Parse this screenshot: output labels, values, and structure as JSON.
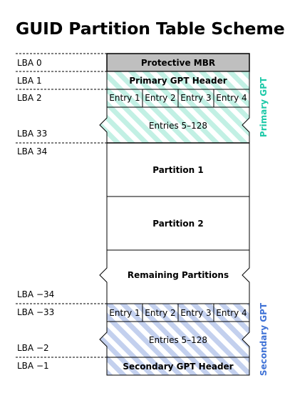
{
  "title": "GUID Partition Table Scheme",
  "colors": {
    "primary_accent": "#1ec9a8",
    "primary_stripe": "#c2f0e4",
    "secondary_accent": "#3f72d6",
    "secondary_stripe": "#c3d0ee",
    "mbr_fill": "#bfbfbf"
  },
  "lba_labels": {
    "lba0": "LBA 0",
    "lba1": "LBA 1",
    "lba2": "LBA 2",
    "lba33": "LBA 33",
    "lba34": "LBA 34",
    "lba_m34": "LBA −34",
    "lba_m33": "LBA −33",
    "lba_m2": "LBA −2",
    "lba_m1": "LBA −1"
  },
  "blocks": {
    "mbr": "Protective MBR",
    "primary_header": "Primary GPT Header",
    "entries_rest": "Entries 5–128",
    "partition1": "Partition 1",
    "partition2": "Partition 2",
    "remaining": "Remaining Partitions",
    "secondary_header": "Secondary GPT Header"
  },
  "entries": [
    "Entry 1",
    "Entry 2",
    "Entry 3",
    "Entry 4"
  ],
  "side_labels": {
    "primary": "Primary GPT",
    "secondary": "Secondary GPT"
  }
}
